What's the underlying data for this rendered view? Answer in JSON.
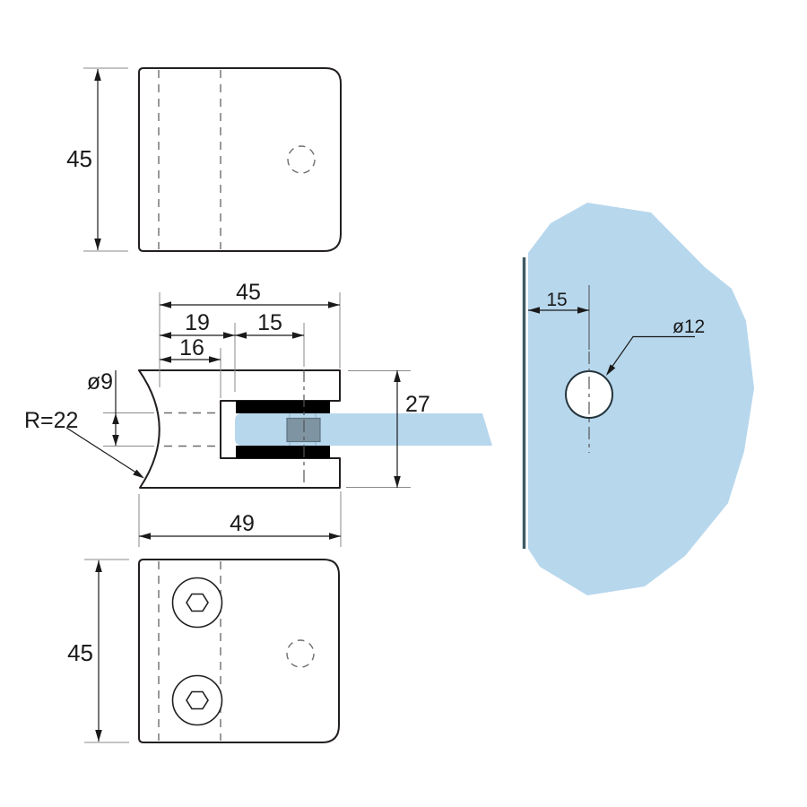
{
  "drawing": {
    "type": "technical-drawing",
    "subject": "glass clamp with curved back shown in three views with glass panel",
    "colors": {
      "background": "#ffffff",
      "glass": "#b7d7ed",
      "glass_edge": "#3e5a64",
      "gasket": "#000000",
      "clamp_pin": "#7f94a2",
      "outline": "#231f20",
      "dimension_text": "#1a1a1a",
      "extension_line": "#8a8a8a",
      "hidden_line": "#6e6e6e"
    },
    "views": {
      "front_top": {
        "height": "45"
      },
      "section": {
        "width": "45",
        "glass_inset": "19",
        "hole_offset": "15",
        "slot_depth": "16",
        "overall_depth": "49",
        "thickness": "27",
        "back_hole_dia": "ø9",
        "back_radius": "R=22"
      },
      "front_bottom": {
        "height": "45"
      },
      "glass_panel": {
        "edge_distance": "15",
        "hole_dia": "ø12"
      }
    }
  }
}
